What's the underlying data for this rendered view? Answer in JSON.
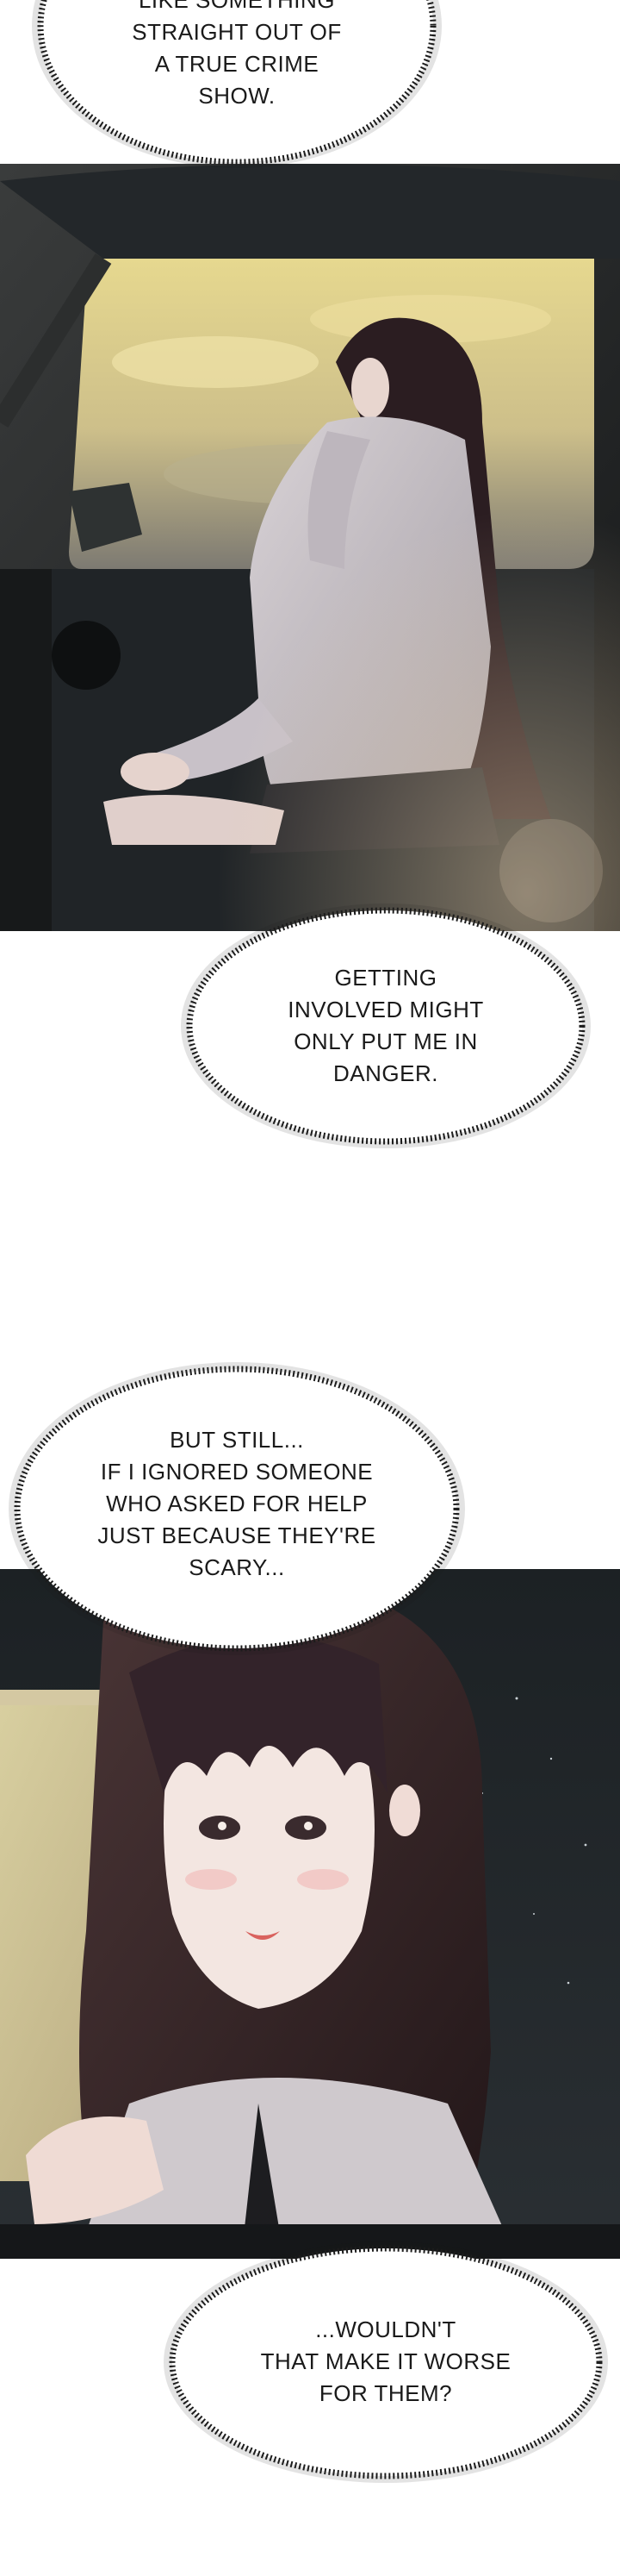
{
  "comic": {
    "bubbles": [
      {
        "id": "bubble-1",
        "lines": [
          "LIKE SOMETHING",
          "STRAIGHT OUT OF",
          "A TRUE CRIME",
          "SHOW."
        ]
      },
      {
        "id": "bubble-2",
        "lines": [
          "GETTING",
          "INVOLVED MIGHT",
          "ONLY PUT ME IN",
          "DANGER."
        ]
      },
      {
        "id": "bubble-3",
        "lines": [
          "BUT STILL...",
          "IF I IGNORED SOMEONE",
          "WHO ASKED FOR HELP",
          "JUST BECAUSE THEY'RE",
          "SCARY..."
        ]
      },
      {
        "id": "bubble-4",
        "lines": [
          "...WOULDN'T",
          "THAT MAKE IT WORSE",
          "FOR THEM?"
        ]
      }
    ]
  },
  "colors": {
    "page_bg": "#ffffff",
    "bubble_fill": "#ffffff",
    "bubble_fringe": "#1c1c1c",
    "text": "#1a1a1a",
    "sunset_sky": "#d9c98f",
    "car_interior": "#1e2124",
    "hair": "#2a1c20",
    "shirt": "#c9c3c7"
  }
}
